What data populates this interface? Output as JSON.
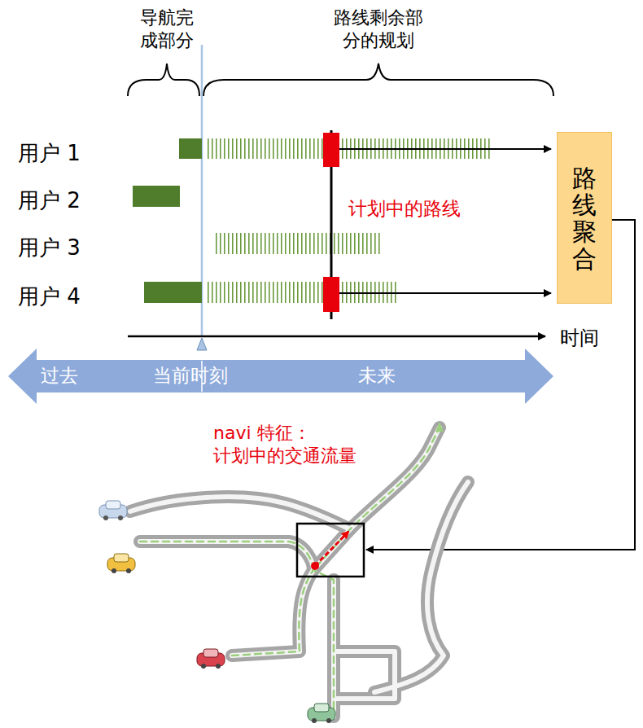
{
  "diagram": {
    "nodes": [
      {
        "text": [
          "路线聚合"
        ]
      }
    ],
    "labels": [
      "导航完 成部分",
      "路线剩余部 分的规划",
      "用户 1",
      "用户 2",
      "用户 3",
      "用户 4",
      "计划中的路线",
      "时间",
      "过去",
      "当前时刻",
      "未来",
      "navi 特征： 计划中的交通流量"
    ]
  }
}
